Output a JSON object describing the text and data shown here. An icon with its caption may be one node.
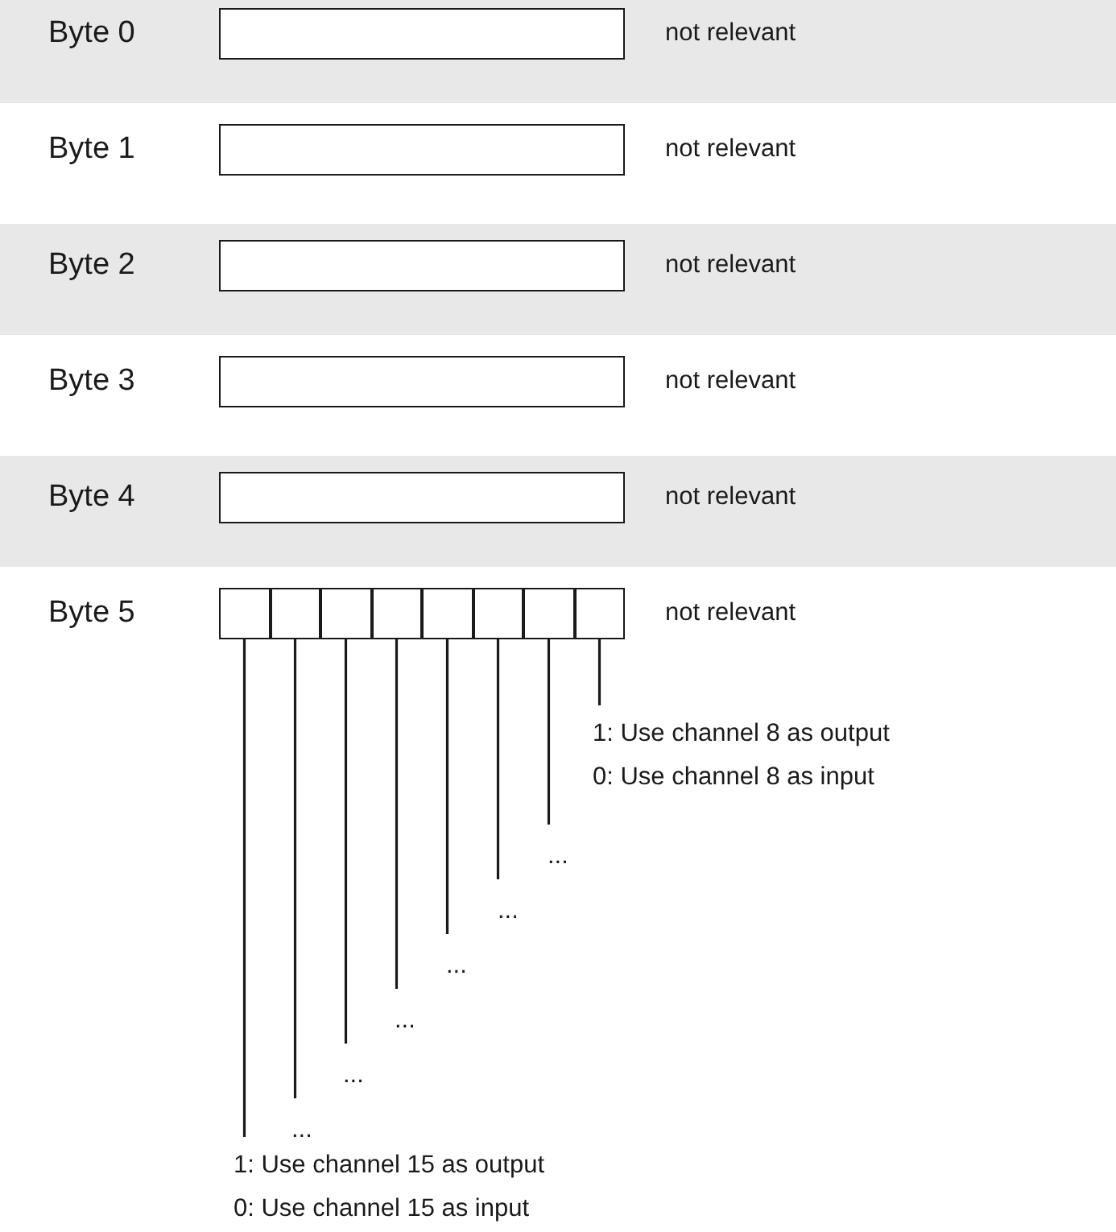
{
  "diagram": {
    "nodes": [
      {
        "text": [],
        "shape": "box"
      },
      {
        "text": [],
        "shape": "box"
      },
      {
        "text": [],
        "shape": "box"
      },
      {
        "text": [],
        "shape": "box"
      },
      {
        "text": [],
        "shape": "box"
      },
      {
        "text": [],
        "shape": "box"
      },
      {
        "text": [],
        "shape": "box"
      },
      {
        "text": [],
        "shape": "box"
      },
      {
        "text": [],
        "shape": "box"
      },
      {
        "text": [],
        "shape": "box"
      },
      {
        "text": [],
        "shape": "box"
      },
      {
        "text": [],
        "shape": "box"
      },
      {
        "text": [],
        "shape": "box"
      },
      {
        "text": [
          "1: Use channel 8 as output",
          "0: Use channel 8 as input"
        ]
      },
      {
        "text": [
          "..."
        ]
      },
      {
        "text": [
          "..."
        ]
      },
      {
        "text": [
          "..."
        ]
      },
      {
        "text": [
          "..."
        ]
      },
      {
        "text": [
          "..."
        ]
      },
      {
        "text": [
          "..."
        ]
      },
      {
        "text": [
          "1: Use channel 15 as output",
          "0: Use channel 15 as input"
        ]
      }
    ],
    "edges": [
      {
        "from": 13,
        "to": 12,
        "arrow": "none"
      },
      {
        "from": 14,
        "to": 11,
        "arrow": "none"
      },
      {
        "from": 15,
        "to": 10,
        "arrow": "none"
      },
      {
        "from": 16,
        "to": 9,
        "arrow": "none"
      },
      {
        "from": 17,
        "to": 8,
        "arrow": "none"
      },
      {
        "from": 18,
        "to": 7,
        "arrow": "none"
      },
      {
        "from": 19,
        "to": 6,
        "arrow": "none"
      },
      {
        "from": 20,
        "to": 5,
        "arrow": "none"
      }
    ],
    "labels": [
      "Byte 0",
      "not relevant",
      "Byte 1",
      "not relevant",
      "Byte 2",
      "not relevant",
      "Byte 3",
      "not relevant",
      "Byte 4",
      "not relevant",
      "Byte 5",
      "not relevant"
    ]
  }
}
